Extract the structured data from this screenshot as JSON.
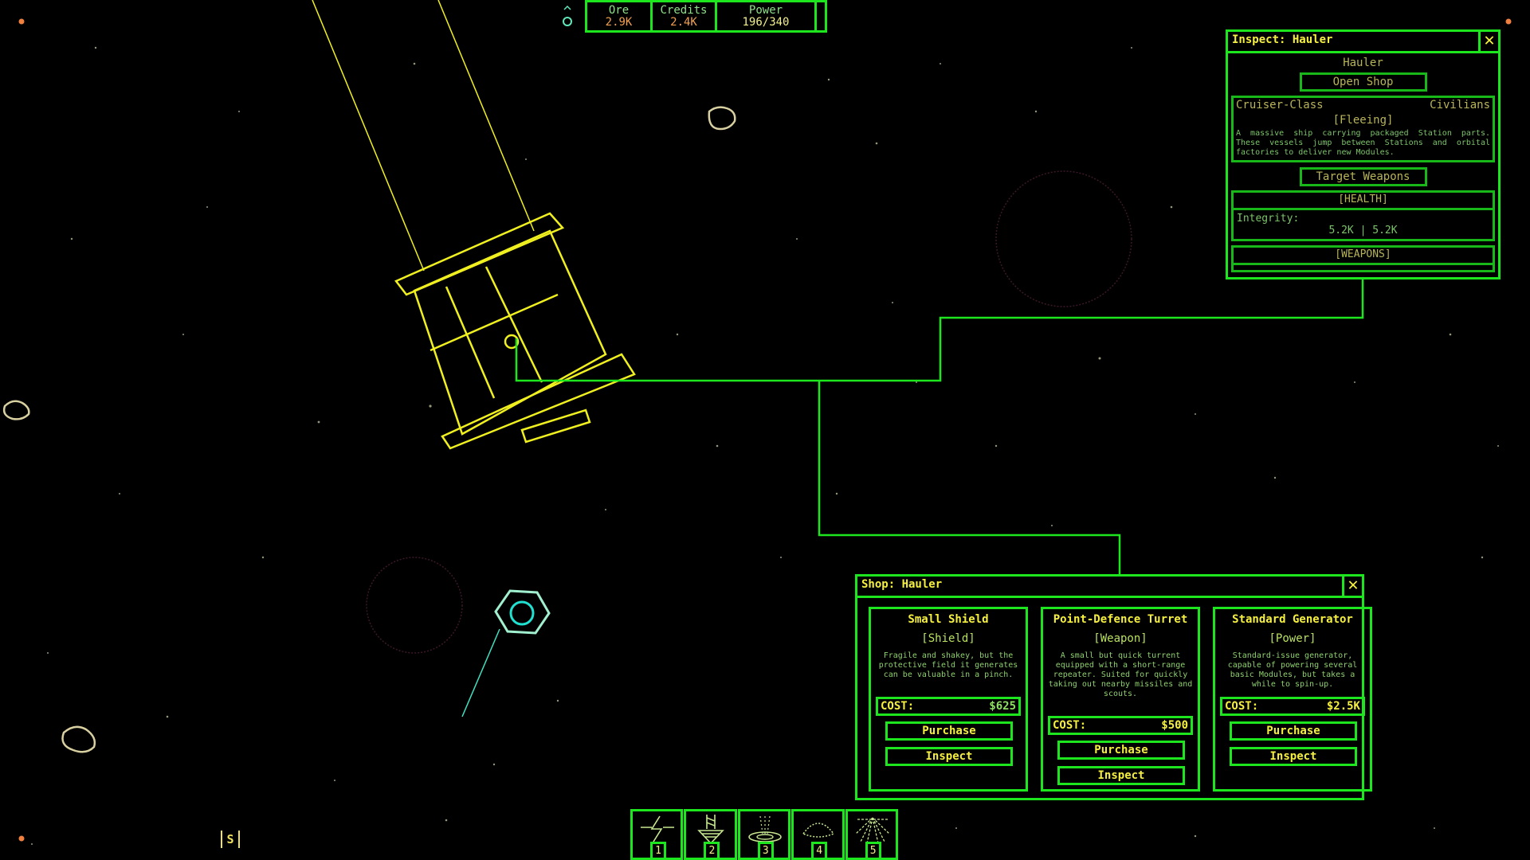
{
  "resources": [
    {
      "label": "Ore",
      "value": "2.9K"
    },
    {
      "label": "Credits",
      "value": "2.4K"
    },
    {
      "label": "Power",
      "value": "196/340"
    }
  ],
  "inspect": {
    "title": "Inspect: Hauler",
    "close_icon": "close-x-icon",
    "ship_name": "Hauler",
    "open_shop_label": "Open Shop",
    "class": "Cruiser-Class",
    "faction": "Civilians",
    "status": "[Fleeing]",
    "description": "A massive ship carrying packaged Station parts. These vessels jump between Stations and orbital factories to deliver new Modules.",
    "target_weapons_label": "Target Weapons",
    "health_header": "[HEALTH]",
    "integrity_label": "Integrity:",
    "integrity_value": "5.2K | 5.2K",
    "weapons_header": "[WEAPONS]"
  },
  "shop": {
    "title": "Shop: Hauler",
    "close_icon": "close-x-icon",
    "items": [
      {
        "name": "Small Shield",
        "type": "[Shield]",
        "description": "Fragile and shakey, but the protective field it generates can be valuable in a pinch.",
        "cost_label": "COST:",
        "cost": "$625",
        "purchase_label": "Purchase",
        "inspect_label": "Inspect"
      },
      {
        "name": "Point-Defence Turret",
        "type": "[Weapon]",
        "description": "A small but quick turrent equipped with a short-range repeater. Suited for quickly taking out nearby missiles and scouts.",
        "cost_label": "COST:",
        "cost": "$500",
        "purchase_label": "Purchase",
        "inspect_label": "Inspect"
      },
      {
        "name": "Standard Generator",
        "type": "[Power]",
        "description": "Standard-issue generator, capable of powering several basic Modules, but takes a while to spin-up.",
        "cost_label": "COST:",
        "cost": "$2.5K",
        "purchase_label": "Purchase",
        "inspect_label": "Inspect"
      }
    ]
  },
  "hotbar": [
    {
      "key": "1",
      "icon": "lightning-icon"
    },
    {
      "key": "2",
      "icon": "drill-icon"
    },
    {
      "key": "3",
      "icon": "beacon-pad-icon"
    },
    {
      "key": "4",
      "icon": "dome-icon"
    },
    {
      "key": "5",
      "icon": "burst-icon"
    }
  ],
  "markers": {
    "station_marker": "S"
  },
  "colors": {
    "ui_green": "#1ee61e",
    "text_yellow": "#f5f040",
    "hauler_yellow": "#f0f020",
    "player_cyan": "#40e0c0",
    "resource_orange": "#f0a050"
  }
}
